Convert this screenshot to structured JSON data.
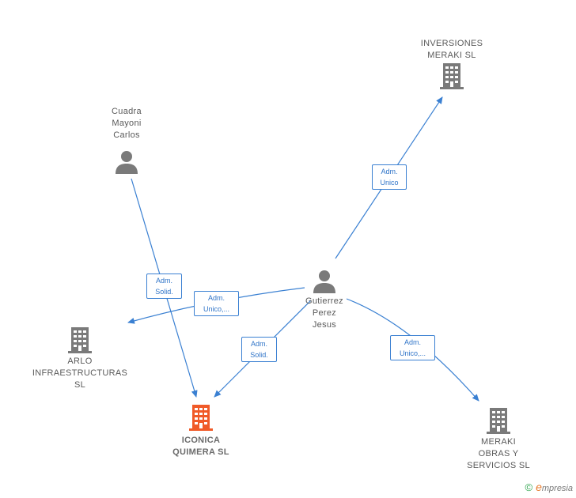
{
  "nodes": {
    "inversiones_meraki": {
      "label": "INVERSIONES\nMERAKI  SL",
      "type": "company"
    },
    "cuadra_mayoni": {
      "label": "Cuadra\nMayoni\nCarlos",
      "type": "person"
    },
    "gutierrez_perez": {
      "label": "Gutierrez\nPerez\nJesus",
      "type": "person"
    },
    "arlo": {
      "label": "ARLO\nINFRAESTRUCTURAS\nSL",
      "type": "company"
    },
    "iconica_quimera": {
      "label": "ICONICA\nQUIMERA  SL",
      "type": "company-focus"
    },
    "meraki_obras": {
      "label": "MERAKI\nOBRAS Y\nSERVICIOS  SL",
      "type": "company"
    }
  },
  "edges": {
    "e1": "Adm.\nUnico",
    "e2": "Adm.\nSolid.",
    "e3": "Adm.\nUnico,...",
    "e4": "Adm.\nSolid.",
    "e5": "Adm.\nUnico,..."
  },
  "colors": {
    "edge": "#3a80d2",
    "icon": "#7a7a7a",
    "focus_icon": "#f05a28"
  },
  "brand": {
    "symbol": "©",
    "first_letter": "e",
    "rest": "mpresia"
  }
}
